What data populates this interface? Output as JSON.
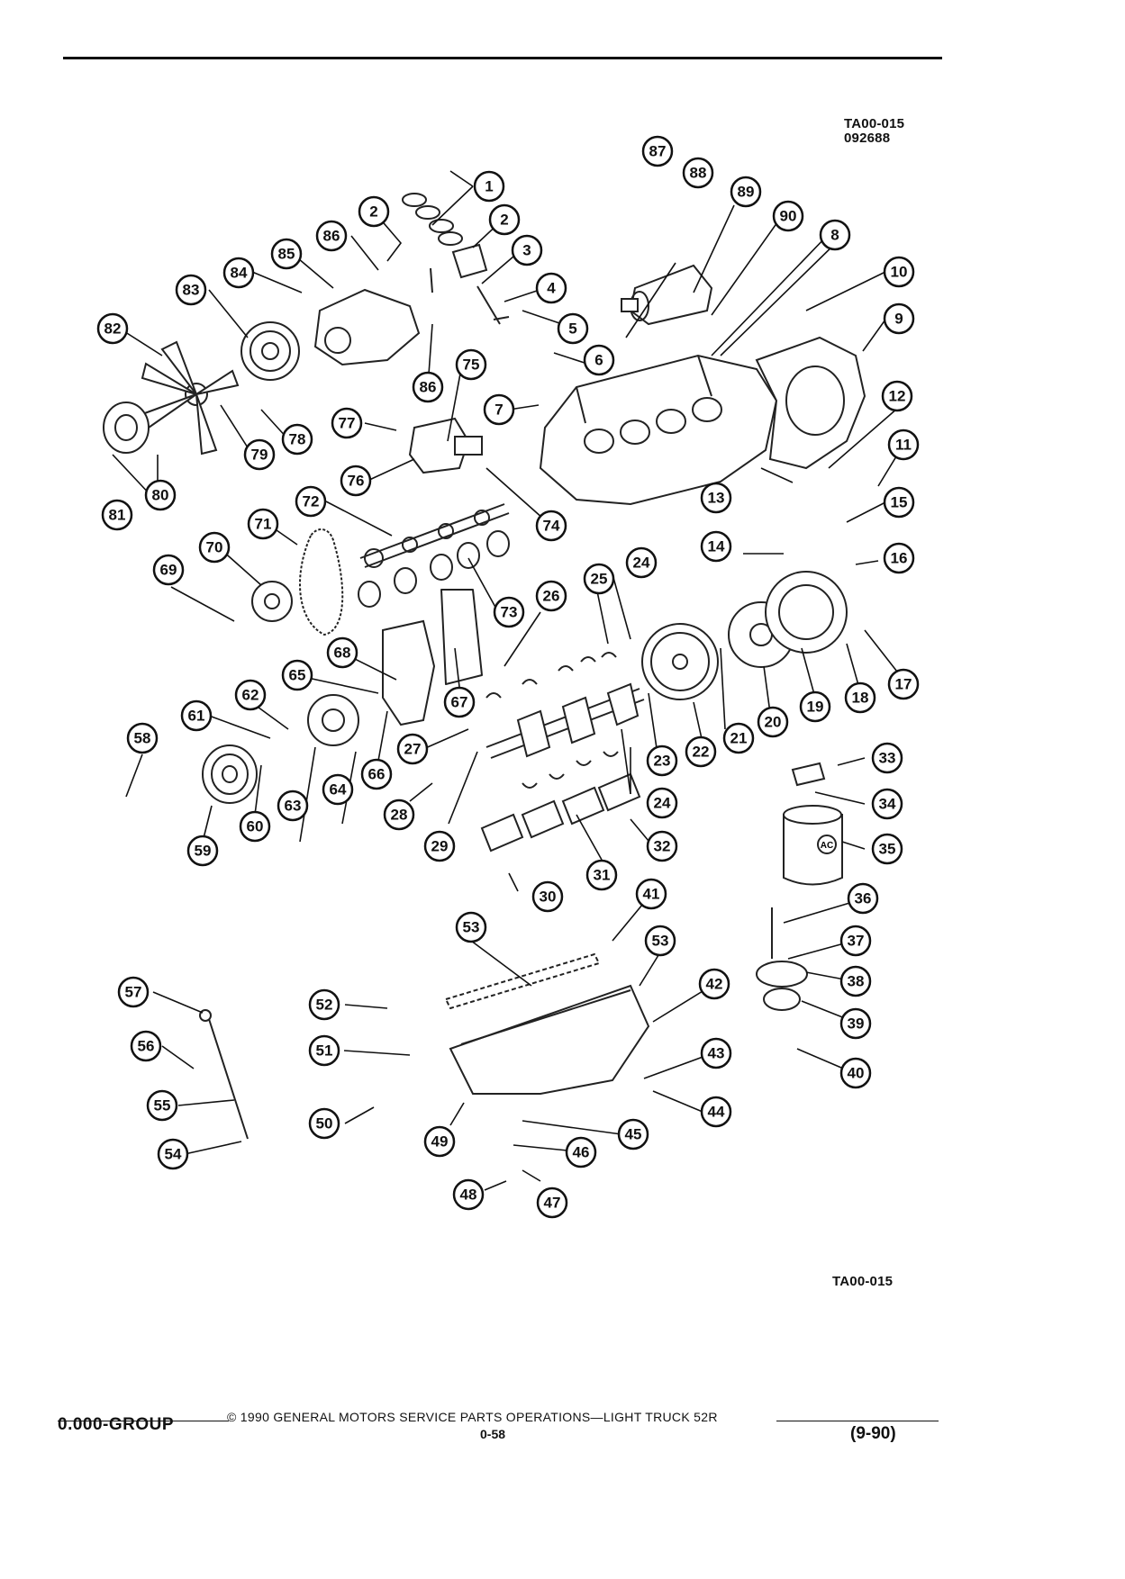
{
  "header": {
    "figure_code": "TA00-015",
    "figure_date": "092688"
  },
  "diagram": {
    "callouts": [
      "1",
      "2",
      "2",
      "3",
      "4",
      "5",
      "6",
      "7",
      "8",
      "9",
      "10",
      "11",
      "12",
      "13",
      "14",
      "15",
      "16",
      "17",
      "18",
      "19",
      "20",
      "21",
      "22",
      "23",
      "24",
      "24",
      "25",
      "26",
      "27",
      "28",
      "29",
      "30",
      "31",
      "32",
      "33",
      "34",
      "35",
      "36",
      "37",
      "38",
      "39",
      "40",
      "41",
      "42",
      "43",
      "44",
      "45",
      "46",
      "47",
      "48",
      "49",
      "50",
      "51",
      "52",
      "53",
      "53",
      "54",
      "55",
      "56",
      "57",
      "58",
      "59",
      "60",
      "61",
      "62",
      "63",
      "64",
      "65",
      "66",
      "67",
      "68",
      "69",
      "70",
      "71",
      "72",
      "73",
      "74",
      "75",
      "76",
      "77",
      "78",
      "79",
      "80",
      "81",
      "82",
      "83",
      "84",
      "85",
      "86",
      "86",
      "87",
      "88",
      "89",
      "90"
    ],
    "filter_brand": "AC"
  },
  "bottom_code": "TA00-015",
  "footer": {
    "copyright": "©  1990  GENERAL MOTORS SERVICE PARTS OPERATIONS—LIGHT TRUCK 52R",
    "group": "0.000-GROUP",
    "page_number": "0-58",
    "date": "(9-90)"
  }
}
